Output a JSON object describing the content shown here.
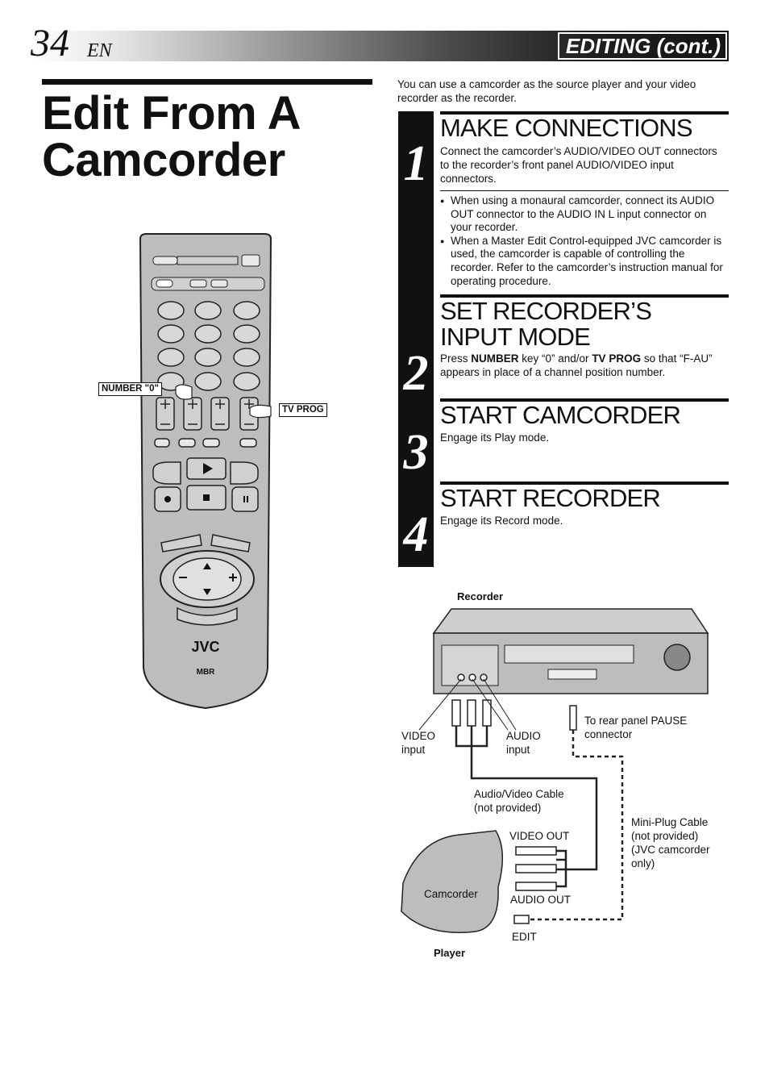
{
  "header": {
    "page_number": "34",
    "language": "EN",
    "section": "EDITING (cont.)"
  },
  "title": "Edit From A Camcorder",
  "intro": "You can use a camcorder as the source player and your video recorder as the recorder.",
  "steps": [
    {
      "number": "1",
      "title": "MAKE CONNECTIONS",
      "text": "Connect the camcorder’s AUDIO/VIDEO OUT connectors to the recorder’s front panel AUDIO/VIDEO input connectors.",
      "notes": [
        "When using a monaural camcorder, connect its AUDIO OUT connector to the AUDIO IN L input connector on your recorder.",
        "When a Master Edit Control-equipped JVC camcorder is used, the camcorder is capable of controlling the recorder. Refer to the camcorder’s instruction manual for operating procedure."
      ]
    },
    {
      "number": "2",
      "title": "SET RECORDER’S INPUT MODE",
      "text_pre": "Press ",
      "key1": "NUMBER",
      "text_mid": " key “0” and/or ",
      "key2": "TV PROG",
      "text_post": " so that “F-AU” appears in place of a channel position number."
    },
    {
      "number": "3",
      "title": "START CAMCORDER",
      "text": "Engage its Play mode."
    },
    {
      "number": "4",
      "title": "START RECORDER",
      "text": "Engage its Record mode."
    }
  ],
  "remote": {
    "callout_number": "NUMBER \"0\"",
    "callout_tvprog": "TV PROG",
    "brand": "JVC",
    "mbr": "MBR"
  },
  "diagram": {
    "recorder_label": "Recorder",
    "video_input": "VIDEO\ninput",
    "audio_input": "AUDIO\ninput",
    "rear_pause": "To rear panel PAUSE\nconnector",
    "av_cable": "Audio/Video Cable\n(not provided)",
    "miniplug_cable": "Mini-Plug Cable\n(not provided)\n(JVC camcorder\nonly)",
    "video_out": "VIDEO OUT",
    "audio_out": "AUDIO OUT",
    "edit": "EDIT",
    "camcorder": "Camcorder",
    "player": "Player"
  }
}
